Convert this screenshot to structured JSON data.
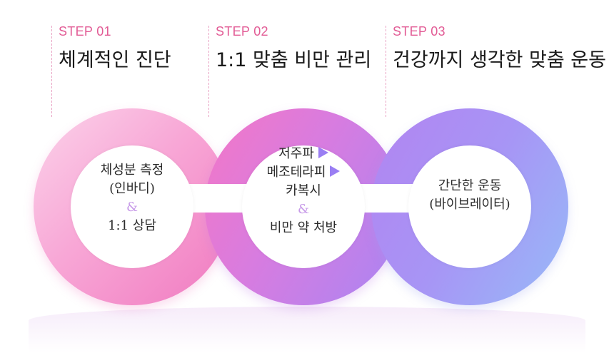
{
  "steps": [
    {
      "num": "STEP 01",
      "title": "체계적인 진단",
      "lines": [
        "체성분 측정",
        "(인바디)",
        "&",
        "1:1 상담"
      ]
    },
    {
      "num": "STEP 02",
      "title": "1:1 맞춤 비만 관리",
      "lines": [
        "저주파",
        "메조테라피",
        "카복시",
        "&",
        "비만 약 처방"
      ]
    },
    {
      "num": "STEP 03",
      "title": "건강까지 생각한 맞춤 운동",
      "lines": [
        "간단한 운동",
        "(바이브레이터)"
      ]
    }
  ],
  "colors": {
    "step_label": "#e25b95",
    "ring1": [
      "#fbd3ea",
      "#f07ac0"
    ],
    "ring2": [
      "#f477c6",
      "#a985f3"
    ],
    "ring3": [
      "#b284f1",
      "#97baf8"
    ],
    "ampersand": "#c79ae8",
    "arrow": "#9a7ef3"
  },
  "icons": [
    "play-arrow-icon",
    "play-arrow-icon"
  ]
}
